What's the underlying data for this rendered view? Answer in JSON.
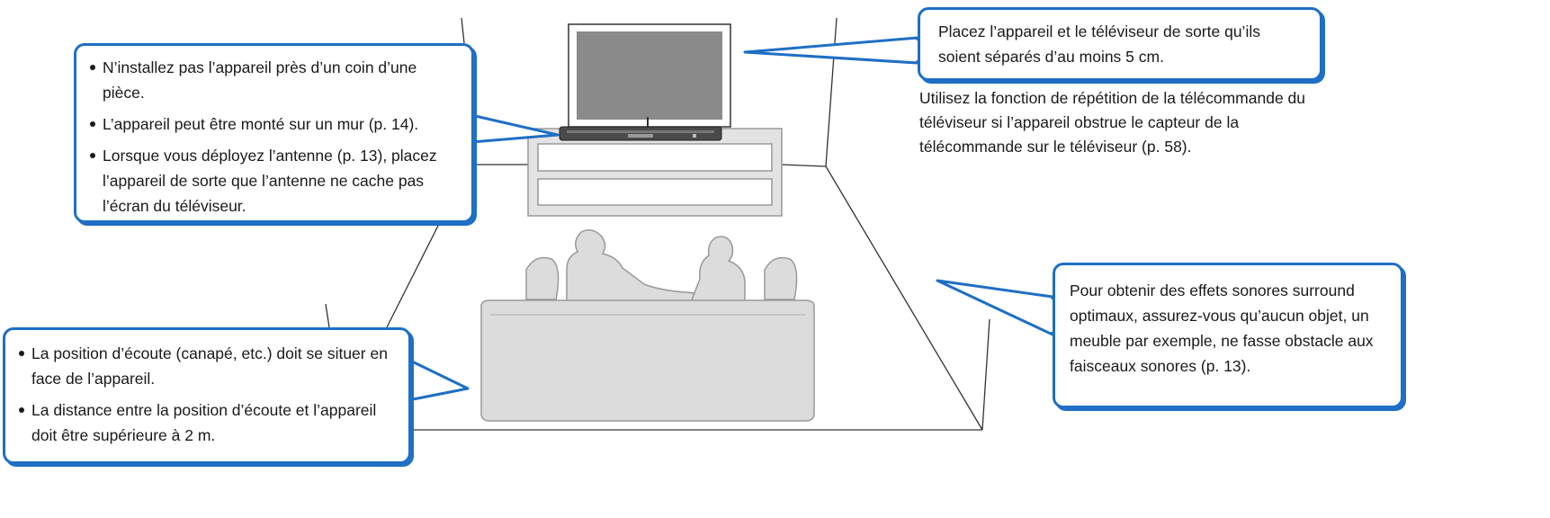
{
  "callouts": {
    "placement": {
      "items": [
        "N’installez pas l’appareil près d’un coin d’une pièce.",
        "L’appareil peut être monté sur un mur (p. 14).",
        "Lorsque vous déployez l’antenne (p. 13), placez l’appareil de sorte que l’antenne ne cache pas l’écran du téléviseur."
      ]
    },
    "listening": {
      "items": [
        "La position d’écoute (canapé, etc.) doit se situer en face de l’appareil.",
        "La distance entre la position d’écoute et l’appareil doit être supérieure à 2 m."
      ]
    },
    "tv_distance": {
      "text": "Placez l’appareil et le téléviseur de sorte qu’ils soient séparés d’au moins 5 cm."
    },
    "surround": {
      "text": "Pour obtenir des effets sonores surround optimaux, assurez-vous qu’aucun objet, un meuble par exemple, ne fasse obstacle aux faisceaux sonores (p. 13)."
    }
  },
  "note_remote": "Utilisez la fonction de répétition de la télécommande du téléviseur si l’appareil obstrue le capteur de la télécommande sur le téléviseur (p. 58).",
  "colors": {
    "callout_border": "#1e6fc5",
    "tv_screen": "#8a8a8a",
    "furniture_stroke": "#999999",
    "silhouette": "#dcdcdc"
  }
}
